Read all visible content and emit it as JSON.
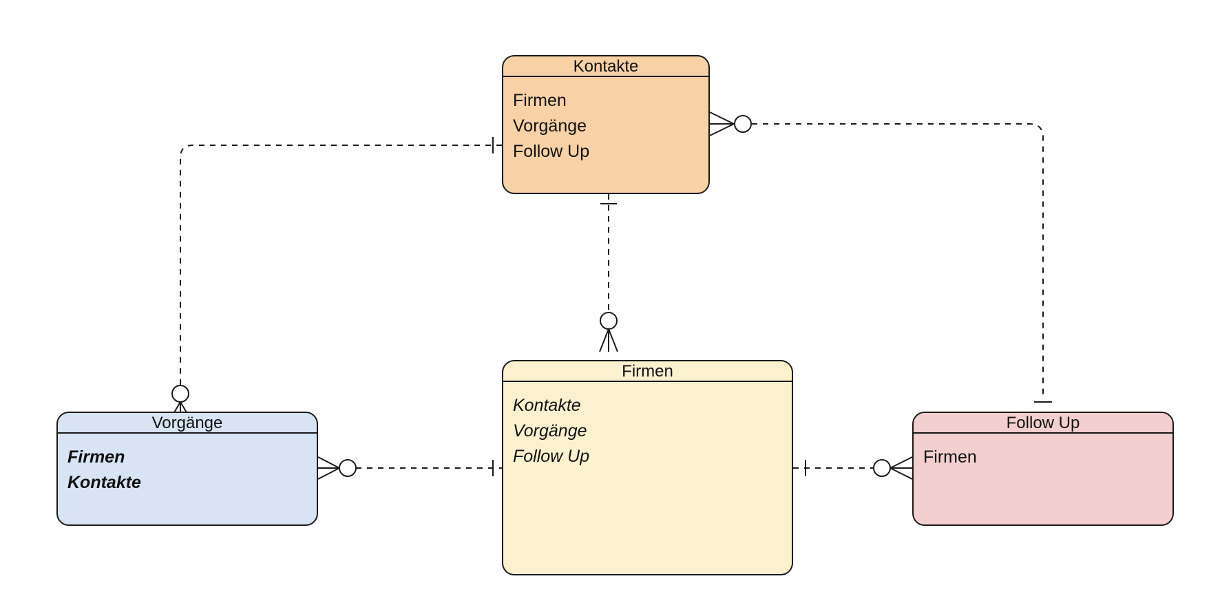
{
  "diagram": {
    "entities": {
      "kontakte": {
        "title": "Kontakte",
        "fill": "#f8d1a6",
        "attributes": [
          "Firmen",
          "Vorgänge",
          "Follow Up"
        ]
      },
      "firmen": {
        "title": "Firmen",
        "fill": "#fcf1cf",
        "attributes": [
          "Kontakte",
          "Vorgänge",
          "Follow Up"
        ]
      },
      "vorgaenge": {
        "title": "Vorgänge",
        "fill": "#d8e3f3",
        "attributes": [
          "Firmen",
          "Kontakte"
        ]
      },
      "followup": {
        "title": "Follow Up",
        "fill": "#f3cfcf",
        "attributes": [
          "Firmen"
        ]
      }
    },
    "relationships": [
      {
        "from": "Kontakte",
        "from_end": "one",
        "to": "Vorgänge",
        "to_end": "zero-or-many",
        "line": "dashed"
      },
      {
        "from": "Kontakte",
        "from_end": "zero-or-many",
        "to": "Follow Up",
        "to_end": "one",
        "line": "dashed"
      },
      {
        "from": "Kontakte",
        "from_end": "one",
        "to": "Firmen",
        "to_end": "zero-or-many",
        "line": "dashed"
      },
      {
        "from": "Firmen",
        "from_end": "one",
        "to": "Vorgänge",
        "to_end": "zero-or-many",
        "line": "dashed"
      },
      {
        "from": "Firmen",
        "from_end": "one",
        "to": "Follow Up",
        "to_end": "zero-or-many",
        "line": "dashed"
      }
    ]
  }
}
